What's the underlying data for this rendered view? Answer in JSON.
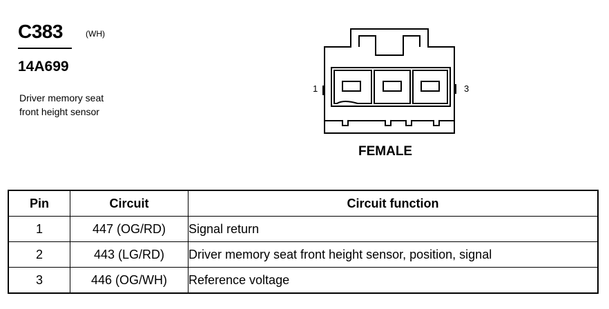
{
  "connector": {
    "id": "C383",
    "color": "(WH)",
    "part_number": "14A699",
    "description_lines": [
      "Driver memory seat",
      "front height sensor"
    ],
    "view": "FEMALE",
    "pin_left_label": "1",
    "pin_right_label": "3"
  },
  "table": {
    "headers": {
      "pin": "Pin",
      "circuit": "Circuit",
      "function": "Circuit function"
    },
    "rows": [
      {
        "pin": "1",
        "circuit": "447 (OG/RD)",
        "function": "Signal return"
      },
      {
        "pin": "2",
        "circuit": "443 (LG/RD)",
        "function": "Driver memory seat front height sensor, position, signal"
      },
      {
        "pin": "3",
        "circuit": "446 (OG/WH)",
        "function": "Reference voltage"
      }
    ]
  }
}
